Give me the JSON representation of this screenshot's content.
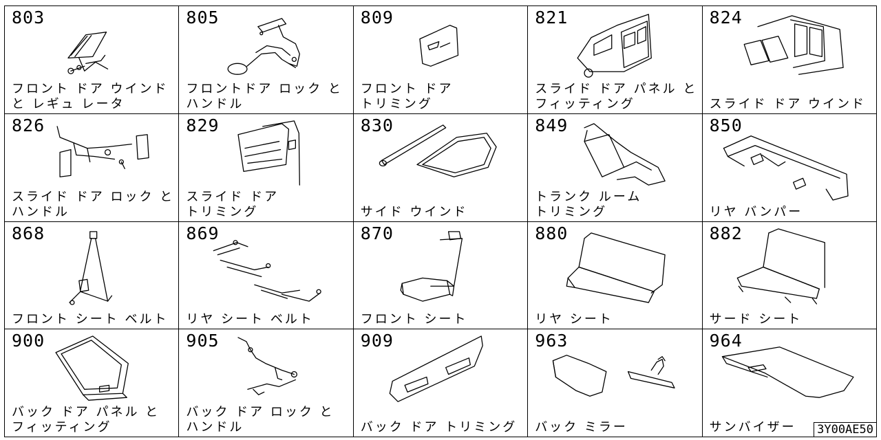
{
  "parts": [
    {
      "code": "803",
      "name": "フロント ドア ウインド\nと レギュ レータ",
      "illustration": "front-door-window-regulator"
    },
    {
      "code": "805",
      "name": "フロントドア ロック と\nハンドル",
      "illustration": "front-door-lock-handle"
    },
    {
      "code": "809",
      "name": "フロント ドア\nトリミング",
      "illustration": "front-door-trim"
    },
    {
      "code": "821",
      "name": "スライド ドア パネル と\nフィッティング",
      "illustration": "slide-door-panel"
    },
    {
      "code": "824",
      "name": "スライド ドア ウインド",
      "illustration": "slide-door-window"
    },
    {
      "code": "826",
      "name": "スライド ドア ロック と\nハンドル",
      "illustration": "slide-door-lock"
    },
    {
      "code": "829",
      "name": "スライド ドア\nトリミング",
      "illustration": "slide-door-trim"
    },
    {
      "code": "830",
      "name": "サイド ウインド",
      "illustration": "side-window"
    },
    {
      "code": "849",
      "name": "トランク ルーム\nトリミング",
      "illustration": "trunk-room-trim"
    },
    {
      "code": "850",
      "name": "リヤ バンパー",
      "illustration": "rear-bumper"
    },
    {
      "code": "868",
      "name": "フロント シート ベルト",
      "illustration": "front-seat-belt"
    },
    {
      "code": "869",
      "name": "リヤ シート ベルト",
      "illustration": "rear-seat-belt"
    },
    {
      "code": "870",
      "name": "フロント シート",
      "illustration": "front-seat"
    },
    {
      "code": "880",
      "name": "リヤ シート",
      "illustration": "rear-seat"
    },
    {
      "code": "882",
      "name": "サード シート",
      "illustration": "third-seat"
    },
    {
      "code": "900",
      "name": "バック ドア パネル と\nフィッティング",
      "illustration": "back-door-panel"
    },
    {
      "code": "905",
      "name": "バック ドア ロック と\nハンドル",
      "illustration": "back-door-lock"
    },
    {
      "code": "909",
      "name": "バック ドア トリミング",
      "illustration": "back-door-trim"
    },
    {
      "code": "963",
      "name": "バック ミラー",
      "illustration": "rear-view-mirror"
    },
    {
      "code": "964",
      "name": "サンバイザー",
      "illustration": "sun-visor"
    }
  ],
  "figure_id": "3Y00AE50",
  "colors": {
    "line": "#000000",
    "background": "#ffffff"
  }
}
